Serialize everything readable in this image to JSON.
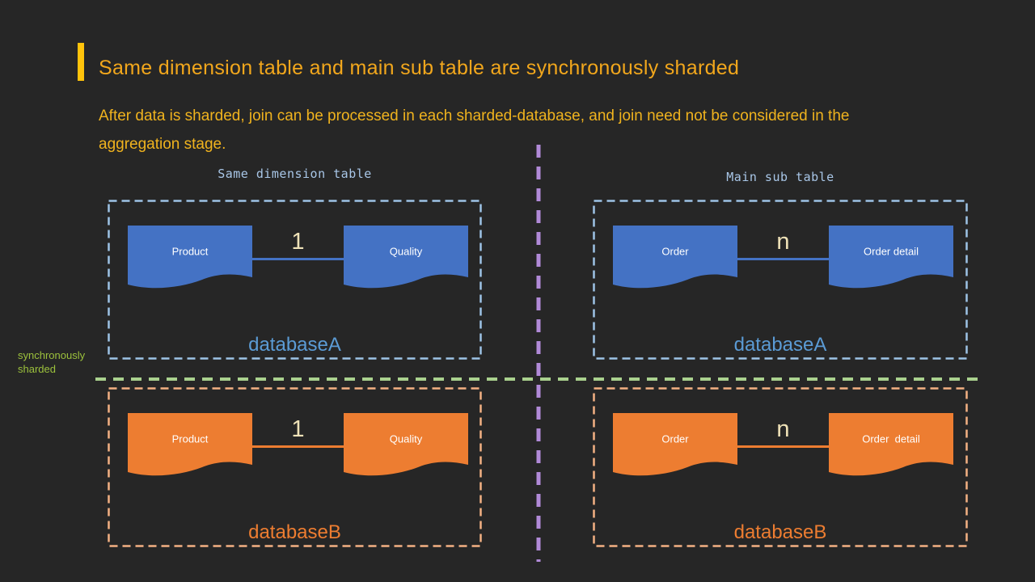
{
  "slide": {
    "title": "Same dimension table and main sub table are synchronously sharded",
    "subtitle_line1": "After data is sharded, join can be processed in each sharded-database, and join need not be considered in the",
    "subtitle_line2": "aggregation stage.",
    "side_note": "synchronously sharded"
  },
  "diagram": {
    "left_section": {
      "header": "Same dimension table",
      "panels": [
        {
          "database": "databaseA",
          "theme": "blue",
          "left_table": "Product",
          "right_table": "Quality",
          "cardinality": "1"
        },
        {
          "database": "databaseB",
          "theme": "orange",
          "left_table": "Product",
          "right_table": "Quality",
          "cardinality": "1"
        }
      ]
    },
    "right_section": {
      "header": "Main sub table",
      "panels": [
        {
          "database": "databaseA",
          "theme": "blue",
          "left_table": "Order",
          "right_table": "Order detail",
          "cardinality": "n"
        },
        {
          "database": "databaseB",
          "theme": "orange",
          "left_table": "Order",
          "right_table": "Order  detail",
          "cardinality": "n"
        }
      ]
    }
  },
  "colors": {
    "background": "#262626",
    "accent_bar": "#FFC30B",
    "title_text": "#F2A71C",
    "subtitle_text": "#F0B31E",
    "section_header_text": "#A9C7E8",
    "blue_shape": "#4472C4",
    "orange_shape": "#ED7D31",
    "blue_dashed_border": "#9DC3E6",
    "orange_dashed_border": "#F4B183",
    "database_a_text": "#5B9BD5",
    "database_b_text": "#ED7D31",
    "cardinality_text": "#EFE2B8",
    "green_divider": "#A9D18E",
    "purple_divider": "#B18AD8",
    "side_note_text": "#9CC13C",
    "shape_label_text": "#FFFFFF"
  }
}
